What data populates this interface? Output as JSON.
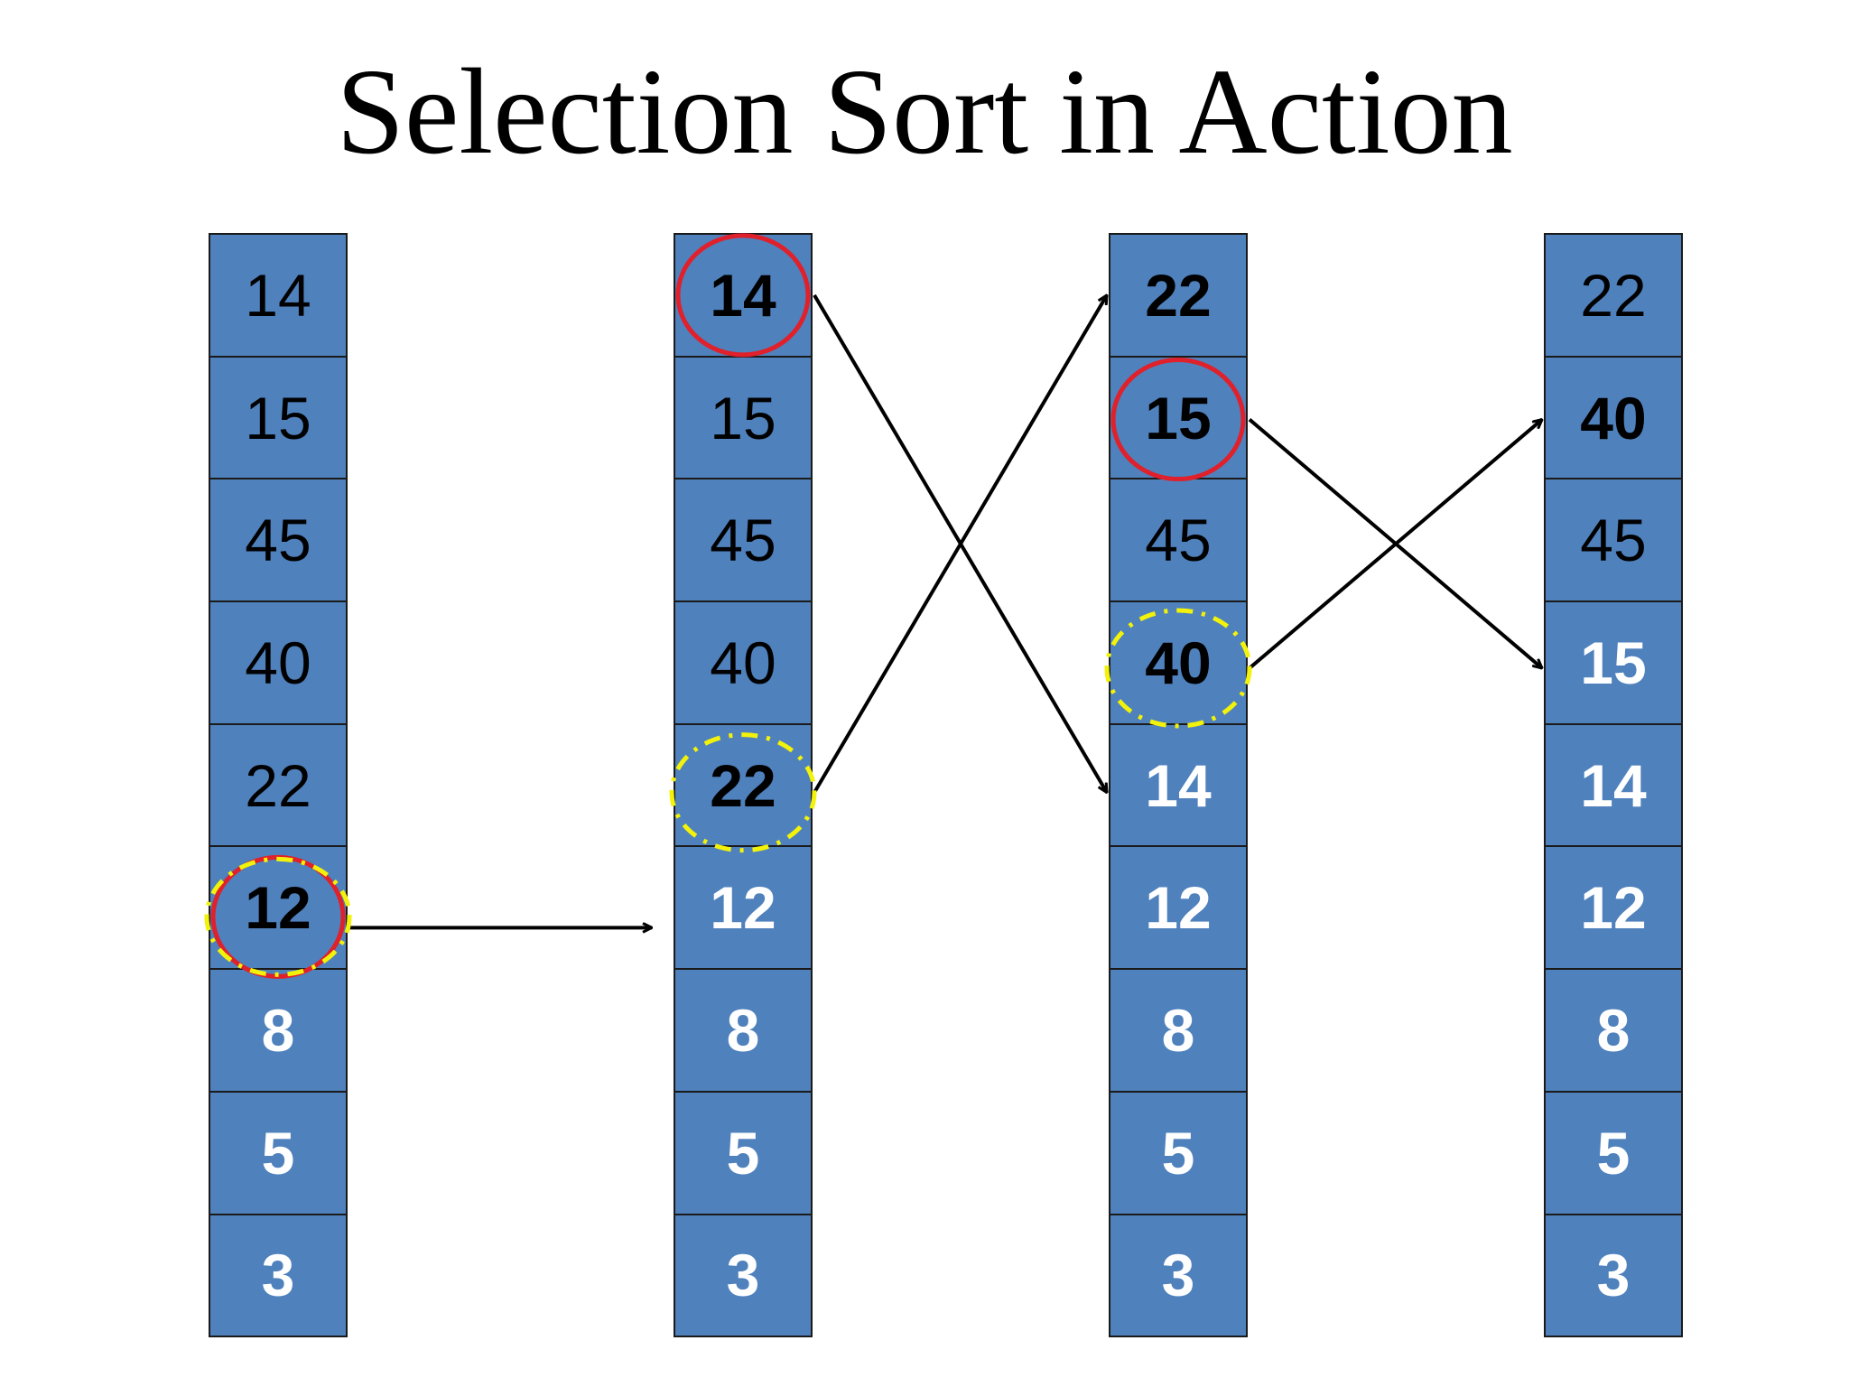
{
  "title": "Selection Sort in Action",
  "colors": {
    "cell_fill": "#4f81bd",
    "cell_border": "#1a1a1a",
    "current_marker": "#e0202a",
    "minimum_marker": "#f2f20a",
    "sorted_text": "#ffffff",
    "unsorted_text": "#000000"
  },
  "columns": [
    {
      "cells": [
        {
          "value": "14",
          "state": "normal"
        },
        {
          "value": "15",
          "state": "normal"
        },
        {
          "value": "45",
          "state": "normal"
        },
        {
          "value": "40",
          "state": "normal"
        },
        {
          "value": "22",
          "state": "normal"
        },
        {
          "value": "12",
          "state": "bold"
        },
        {
          "value": "8",
          "state": "sorted"
        },
        {
          "value": "5",
          "state": "sorted"
        },
        {
          "value": "3",
          "state": "sorted"
        }
      ]
    },
    {
      "cells": [
        {
          "value": "14",
          "state": "bold"
        },
        {
          "value": "15",
          "state": "normal"
        },
        {
          "value": "45",
          "state": "normal"
        },
        {
          "value": "40",
          "state": "normal"
        },
        {
          "value": "22",
          "state": "bold"
        },
        {
          "value": "12",
          "state": "sorted"
        },
        {
          "value": "8",
          "state": "sorted"
        },
        {
          "value": "5",
          "state": "sorted"
        },
        {
          "value": "3",
          "state": "sorted"
        }
      ]
    },
    {
      "cells": [
        {
          "value": "22",
          "state": "bold"
        },
        {
          "value": "15",
          "state": "bold"
        },
        {
          "value": "45",
          "state": "normal"
        },
        {
          "value": "40",
          "state": "bold"
        },
        {
          "value": "14",
          "state": "sorted"
        },
        {
          "value": "12",
          "state": "sorted"
        },
        {
          "value": "8",
          "state": "sorted"
        },
        {
          "value": "5",
          "state": "sorted"
        },
        {
          "value": "3",
          "state": "sorted"
        }
      ]
    },
    {
      "cells": [
        {
          "value": "22",
          "state": "normal"
        },
        {
          "value": "40",
          "state": "bold"
        },
        {
          "value": "45",
          "state": "normal"
        },
        {
          "value": "15",
          "state": "sorted"
        },
        {
          "value": "14",
          "state": "sorted"
        },
        {
          "value": "12",
          "state": "sorted"
        },
        {
          "value": "8",
          "state": "sorted"
        },
        {
          "value": "5",
          "state": "sorted"
        },
        {
          "value": "3",
          "state": "sorted"
        }
      ]
    }
  ],
  "markers": [
    {
      "type": "current",
      "column": 0,
      "row": 5
    },
    {
      "type": "minimum",
      "column": 0,
      "row": 5
    },
    {
      "type": "current",
      "column": 1,
      "row": 0
    },
    {
      "type": "minimum",
      "column": 1,
      "row": 4
    },
    {
      "type": "current",
      "column": 2,
      "row": 1
    },
    {
      "type": "minimum",
      "column": 2,
      "row": 3
    }
  ],
  "arrows": [
    {
      "from_column": 0,
      "from_row": 5,
      "to_column": 1,
      "to_row": 5
    },
    {
      "from_column": 1,
      "from_row": 0,
      "to_column": 2,
      "to_row": 4
    },
    {
      "from_column": 1,
      "from_row": 4,
      "to_column": 2,
      "to_row": 0
    },
    {
      "from_column": 2,
      "from_row": 1,
      "to_column": 3,
      "to_row": 3
    },
    {
      "from_column": 2,
      "from_row": 3,
      "to_column": 3,
      "to_row": 1
    }
  ]
}
